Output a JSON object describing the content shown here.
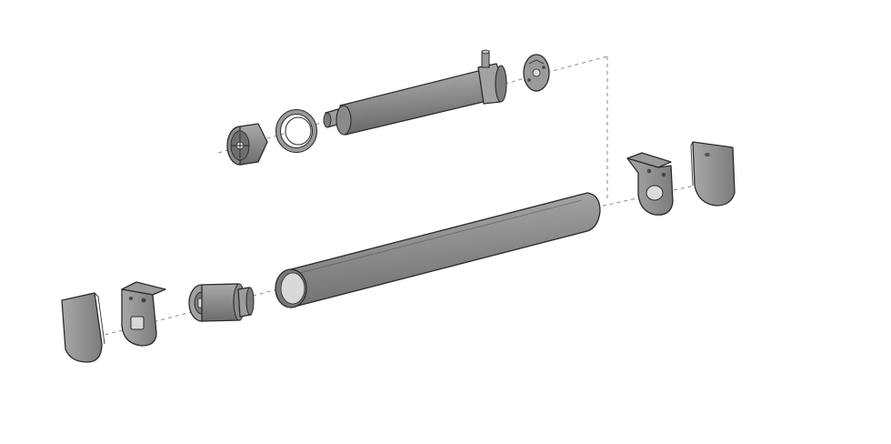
{
  "colors": {
    "background": "#ffffff",
    "part_fill": "#8f8f8f",
    "part_light": "#b4b4b4",
    "part_dark": "#5e5e5e",
    "edge": "#2b2b2b",
    "guide_line": "#8a8a8a"
  },
  "parts": [
    {
      "name": "end-cap-left"
    },
    {
      "name": "bracket-left"
    },
    {
      "name": "idler-end-plug"
    },
    {
      "name": "roller-tube"
    },
    {
      "name": "bracket-right"
    },
    {
      "name": "end-cap-right"
    },
    {
      "name": "drive-wheel"
    },
    {
      "name": "crown-adapter-ring"
    },
    {
      "name": "tubular-motor"
    },
    {
      "name": "motor-head-plate"
    }
  ]
}
